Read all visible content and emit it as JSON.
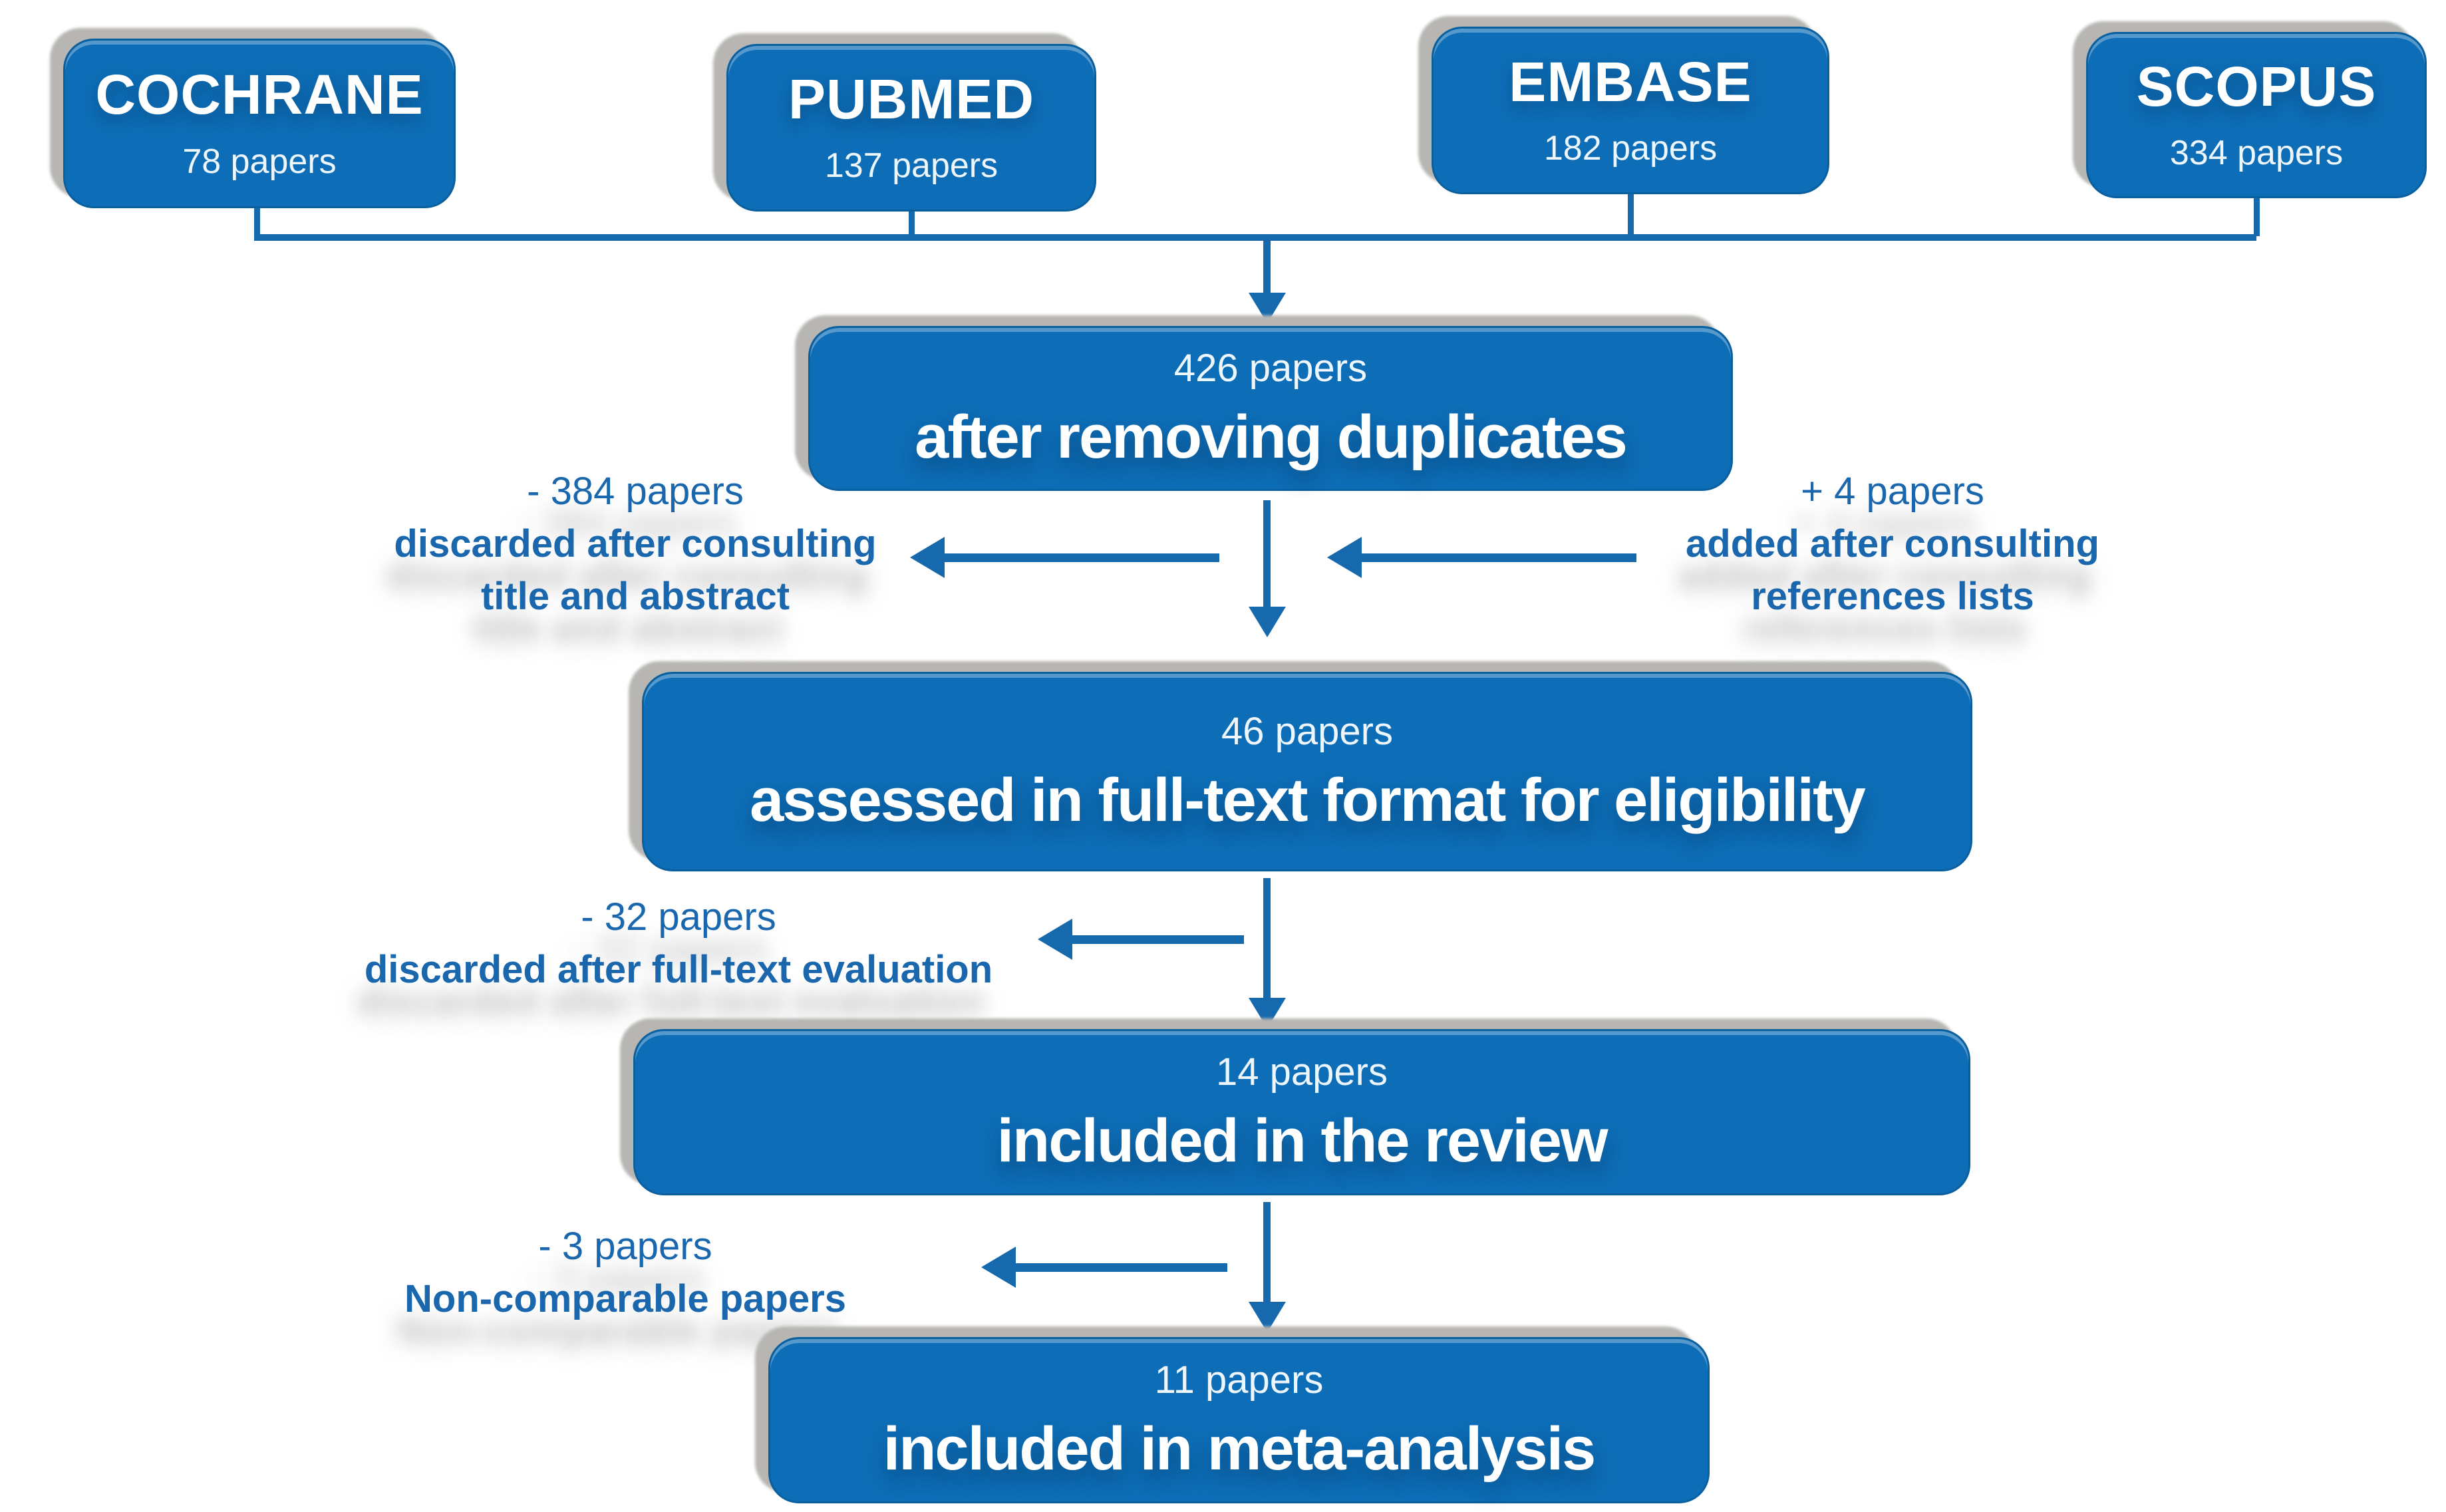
{
  "colors": {
    "box_fill": "#0d6db6",
    "box_border": "#0a5f9f",
    "line": "#1569ac",
    "annotation_text": "#1a67ad",
    "box_text": "#ffffff",
    "shadow": "#b8b6b3"
  },
  "sources": [
    {
      "name": "COCHRANE",
      "count": "78 papers"
    },
    {
      "name": "PUBMED",
      "count": "137 papers"
    },
    {
      "name": "EMBASE",
      "count": "182 papers"
    },
    {
      "name": "SCOPUS",
      "count": "334 papers"
    }
  ],
  "stages": [
    {
      "count": "426 papers",
      "label": "after removing duplicates"
    },
    {
      "count": "46 papers",
      "label": "assessed in full-text format for eligibility"
    },
    {
      "count": "14 papers",
      "label": "included in the review"
    },
    {
      "count": "11 papers",
      "label": "included in meta-analysis"
    }
  ],
  "annotations": [
    {
      "side": "left",
      "count": "- 384 papers",
      "lines": [
        "discarded after consulting",
        "title and abstract"
      ]
    },
    {
      "side": "right",
      "count": "+ 4 papers",
      "lines": [
        "added after consulting",
        "references lists"
      ]
    },
    {
      "side": "left",
      "count": "- 32 papers",
      "lines": [
        "discarded after full-text evaluation"
      ]
    },
    {
      "side": "left",
      "count": "- 3 papers",
      "lines": [
        "Non-comparable papers"
      ]
    }
  ]
}
